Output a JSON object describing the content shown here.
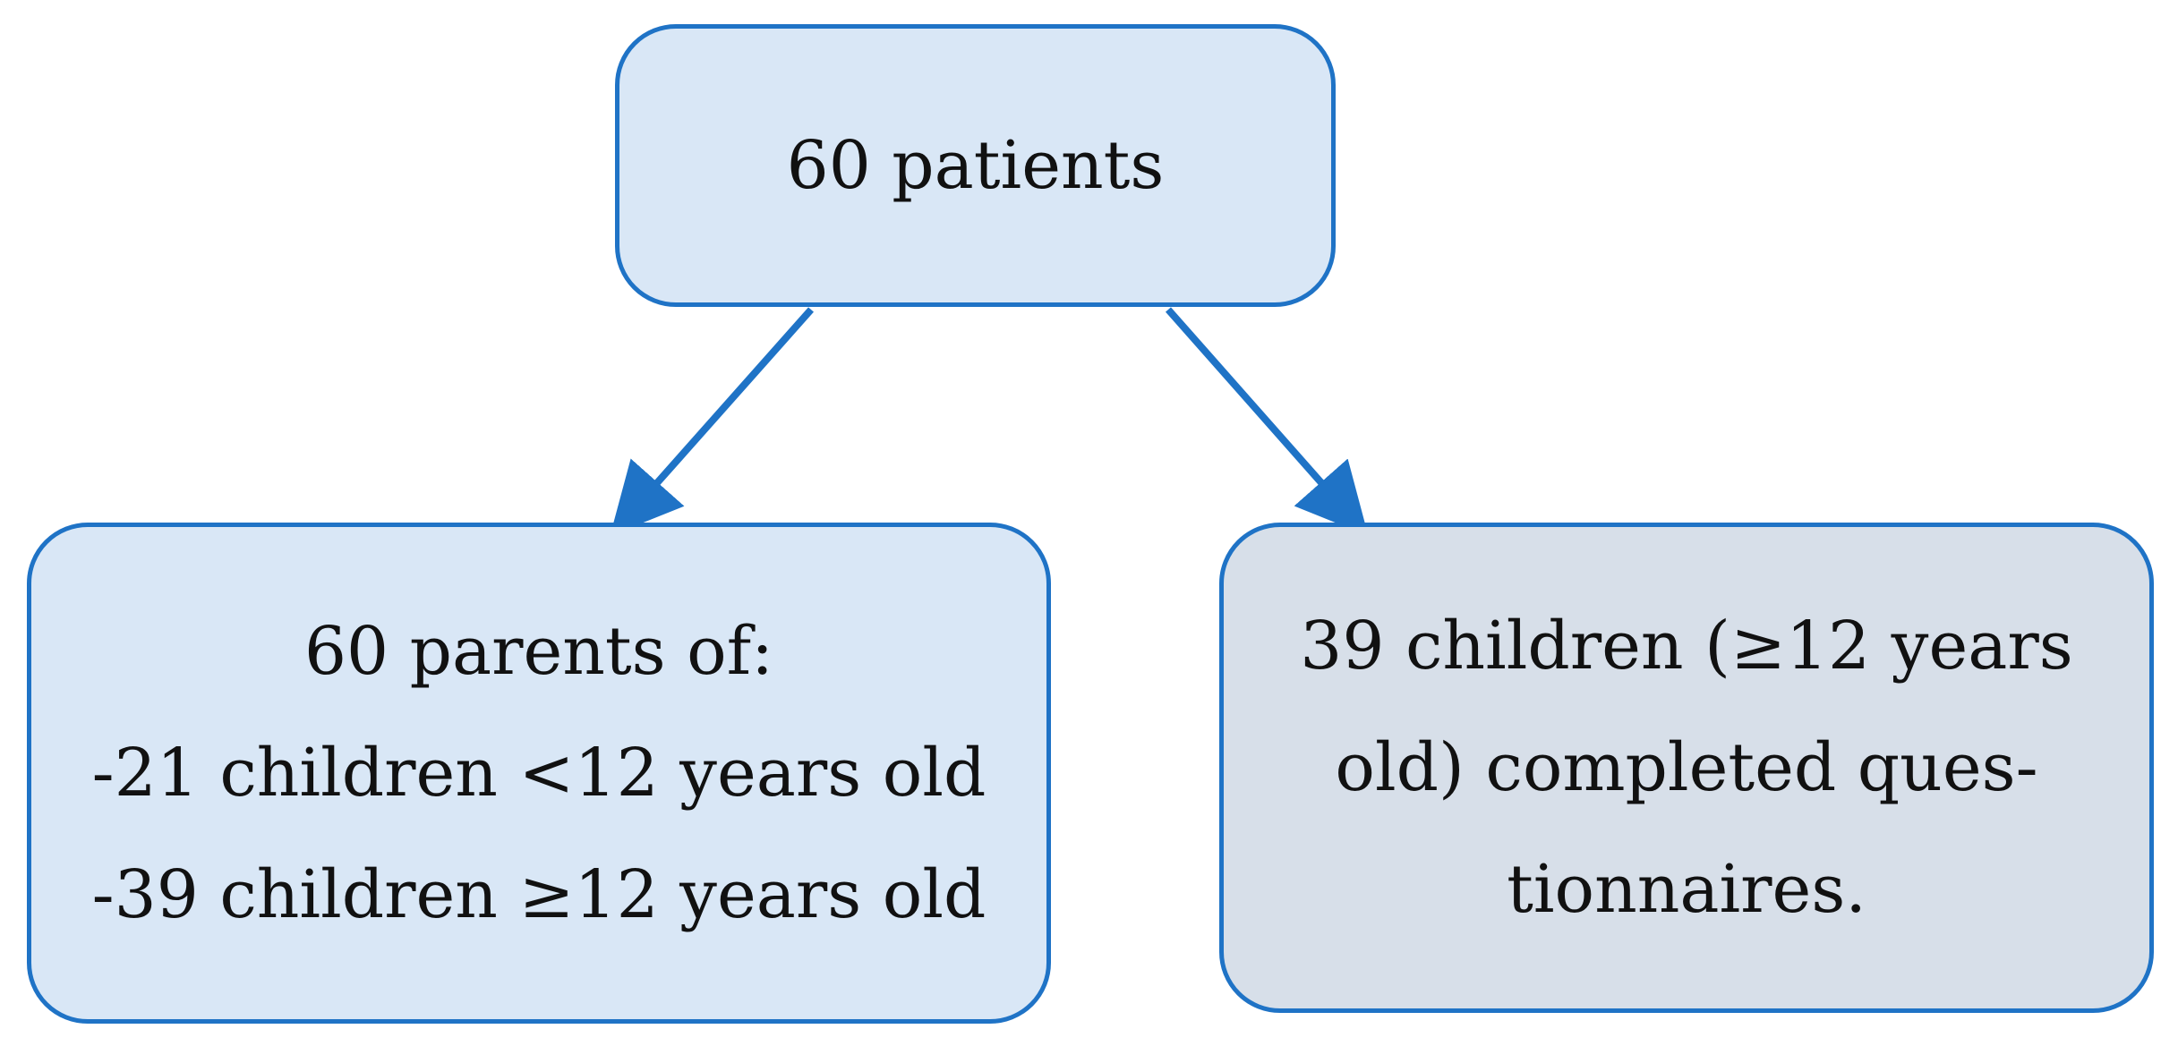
{
  "diagram": {
    "root": {
      "label": "60 patients"
    },
    "left": {
      "lines": [
        "60 parents of:",
        "-21 children <12 years old",
        "-39 children ≥12 years old"
      ]
    },
    "right": {
      "lines": [
        "39 children (≥12 years",
        "old) completed ques-",
        "tionnaires."
      ]
    },
    "colors": {
      "accent": "#1f73c6",
      "box_fill": "#d9e7f6",
      "box_fill_alt": "#d7dfe9",
      "text": "#111111"
    }
  }
}
